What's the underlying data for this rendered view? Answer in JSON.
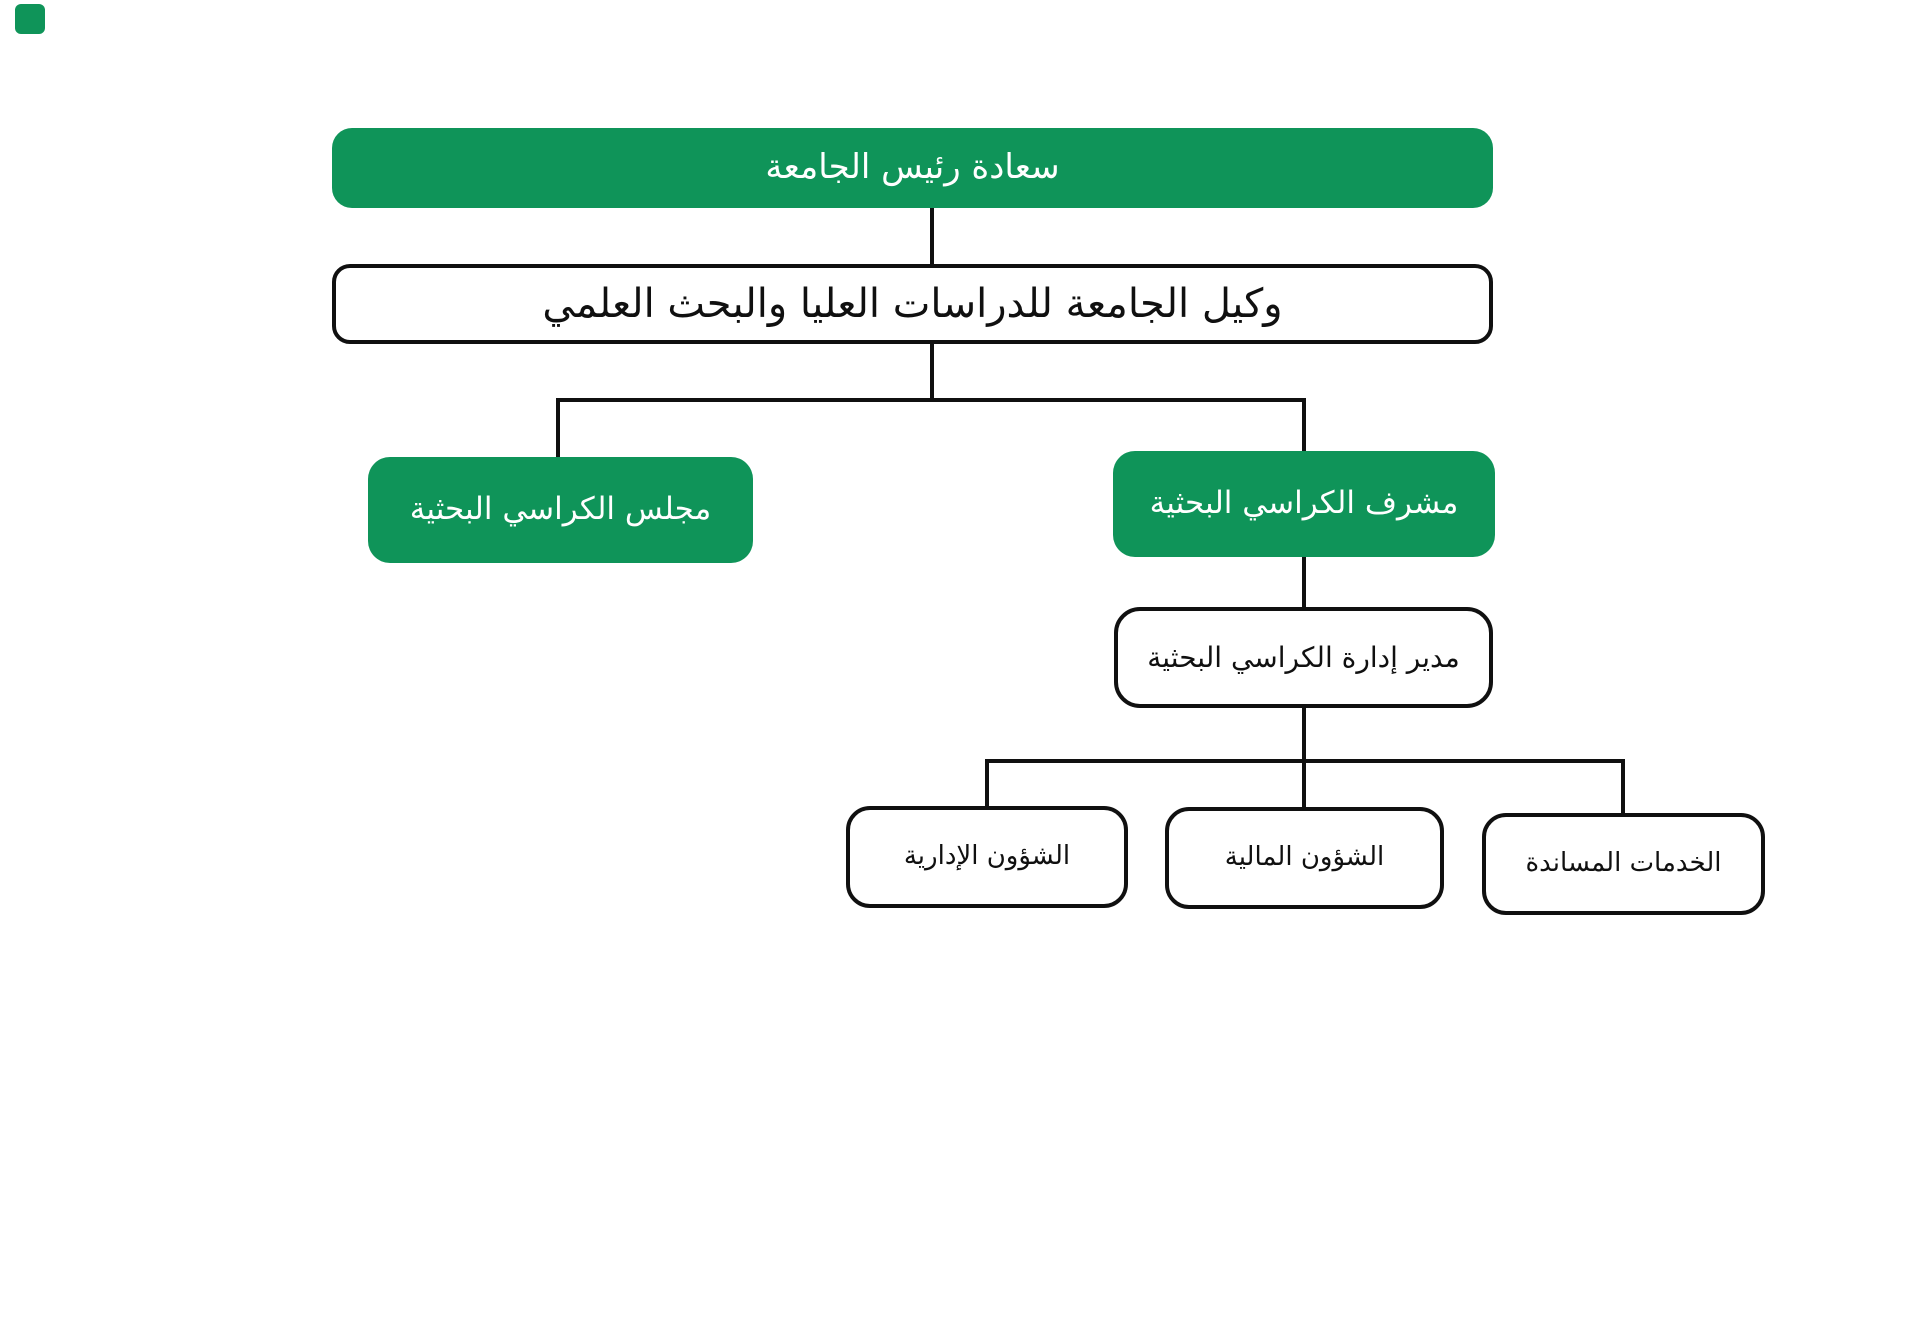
{
  "diagram": {
    "type": "org-chart",
    "direction": "rtl",
    "colors": {
      "node_green": "#0F9459",
      "node_border": "#101010",
      "connector": "#101010",
      "text_on_green": "#ffffff",
      "text_dark": "#101010",
      "background": "#ffffff"
    },
    "nodes": [
      {
        "id": "president",
        "label": "سعادة رئيس الجامعة",
        "style": "green",
        "level": 1
      },
      {
        "id": "vice-president",
        "label": "وكيل الجامعة للدراسات العليا والبحث العلمي",
        "style": "outline",
        "level": 2,
        "reports_to": "president"
      },
      {
        "id": "chairs-council",
        "label": "مجلس الكراسي البحثية",
        "style": "green",
        "level": 3,
        "reports_to": "vice-president"
      },
      {
        "id": "chairs-supervisor",
        "label": "مشرف الكراسي البحثية",
        "style": "green",
        "level": 3,
        "reports_to": "vice-president"
      },
      {
        "id": "chairs-director",
        "label": "مدير إدارة الكراسي البحثية",
        "style": "outline",
        "level": 4,
        "reports_to": "chairs-supervisor"
      },
      {
        "id": "admin-affairs",
        "label": "الشؤون الإدارية",
        "style": "outline",
        "level": 5,
        "reports_to": "chairs-director"
      },
      {
        "id": "financial-affairs",
        "label": "الشؤون المالية",
        "style": "outline",
        "level": 5,
        "reports_to": "chairs-director"
      },
      {
        "id": "support-services",
        "label": "الخدمات المساندة",
        "style": "outline",
        "level": 5,
        "reports_to": "chairs-director"
      }
    ]
  }
}
